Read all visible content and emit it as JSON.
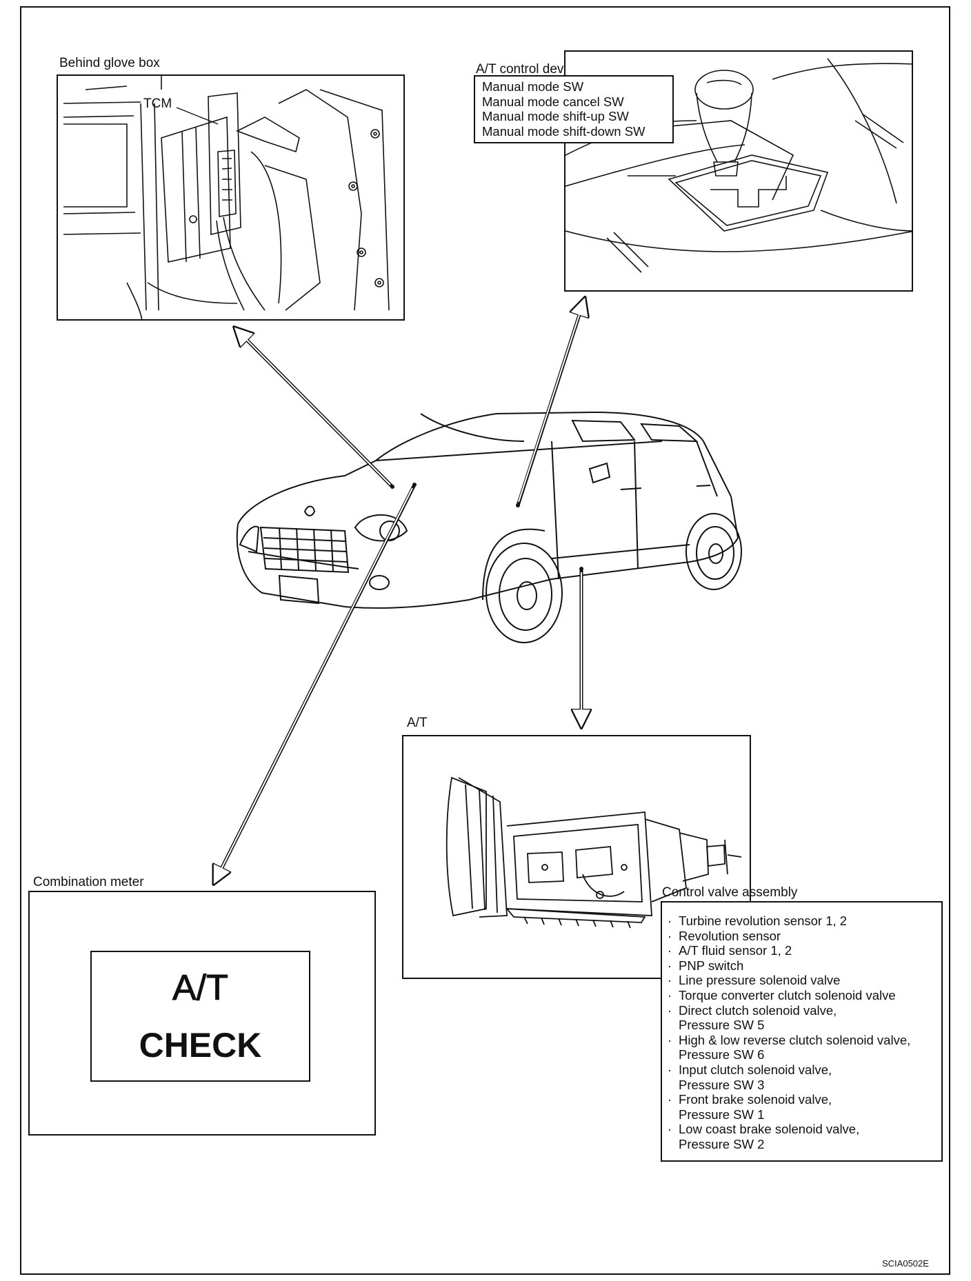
{
  "glove_box": {
    "title": "Behind glove box",
    "tcm_label": "TCM"
  },
  "control_device": {
    "title": "A/T control device",
    "switches": [
      "Manual mode SW",
      "Manual mode cancel SW",
      "Manual mode shift-up SW",
      "Manual mode shift-down SW"
    ]
  },
  "transmission": {
    "title": "A/T",
    "valve_title": "Control valve assembly",
    "components": [
      {
        "line1": "Turbine revolution sensor 1, 2"
      },
      {
        "line1": "Revolution sensor"
      },
      {
        "line1": "A/T fluid sensor 1, 2"
      },
      {
        "line1": "PNP switch"
      },
      {
        "line1": "Line pressure solenoid valve"
      },
      {
        "line1": "Torque converter clutch solenoid valve"
      },
      {
        "line1": "Direct clutch solenoid valve,",
        "line2": "Pressure SW 5"
      },
      {
        "line1": "High & low reverse clutch solenoid valve,",
        "line2": "Pressure SW 6"
      },
      {
        "line1": "Input clutch solenoid valve,",
        "line2": "Pressure SW 3"
      },
      {
        "line1": "Front brake solenoid valve,",
        "line2": "Pressure SW 1"
      },
      {
        "line1": "Low coast brake solenoid valve,",
        "line2": "Pressure SW 2"
      }
    ]
  },
  "meter": {
    "title": "Combination meter",
    "line1": "A/T",
    "line2": "CHECK"
  },
  "figure_code": "SCIA0502E"
}
